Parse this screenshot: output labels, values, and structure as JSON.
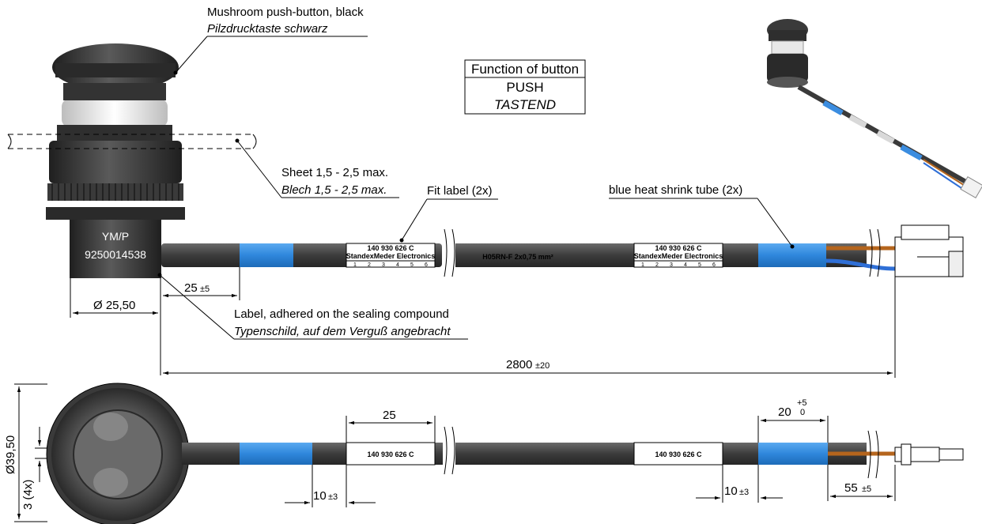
{
  "labels": {
    "button_en": "Mushroom push-button, black",
    "button_de": "Pilzdrucktaste schwarz",
    "sheet_en": "Sheet 1,5 - 2,5 max.",
    "sheet_de": "Blech 1,5 - 2,5 max.",
    "fit_label": "Fit label (2x)",
    "shrink_tube": "blue heat shrink tube (2x)",
    "typelabel_en": "Label, adhered on the sealing compound",
    "typelabel_de": "Typenschild, auf dem Verguß angebracht",
    "cable_type": "H05RN-F  2x0,75 mm²"
  },
  "function_box": {
    "title": "Function of button",
    "mode_en": "PUSH",
    "mode_de": "TASTEND"
  },
  "device_label": {
    "line1": "YM/P",
    "line2": "9250014538"
  },
  "fit_tag": {
    "number": "140 930 626 C",
    "brand": "StandexMeder Electronics",
    "cells": [
      "1",
      "2",
      "3",
      "4",
      "5",
      "6"
    ]
  },
  "dimensions": {
    "dia_small": "Ø 25,50",
    "offset_a": "25",
    "offset_a_tol": "±5",
    "total_len": "2800",
    "total_len_tol": "±20",
    "label_len": "25",
    "tube_len": "20",
    "tube_tol_up": "+5",
    "tube_tol_low": "0",
    "gap_left": "10",
    "gap_left_tol": "±3",
    "gap_right": "10",
    "gap_right_tol": "±3",
    "strip_len": "55",
    "strip_tol": "±5",
    "dia_large": "Ø39,50",
    "pitch": "3 (4x)"
  },
  "colors": {
    "cable": "#4a4a4a",
    "housing": "#2e2e2e",
    "shrink_blue": "#3b8de0",
    "wire_brown": "#b5651d",
    "wire_blue": "#2f6fd6"
  }
}
